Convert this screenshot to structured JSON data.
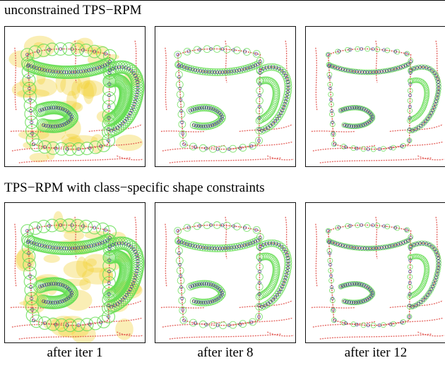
{
  "rows": [
    {
      "title": "unconstrained TPS−RPM"
    },
    {
      "title": "TPS−RPM with class−specific shape constraints"
    }
  ],
  "captions": [
    "after iter 1",
    "after iter 8",
    "after iter 12"
  ],
  "colors": {
    "edge_points": "#e0504a",
    "model_points": "#3a3a8a",
    "correspondence_circles": "#66dd55",
    "deformation_field": "#f2cf2a",
    "panel_border": "#111111"
  }
}
